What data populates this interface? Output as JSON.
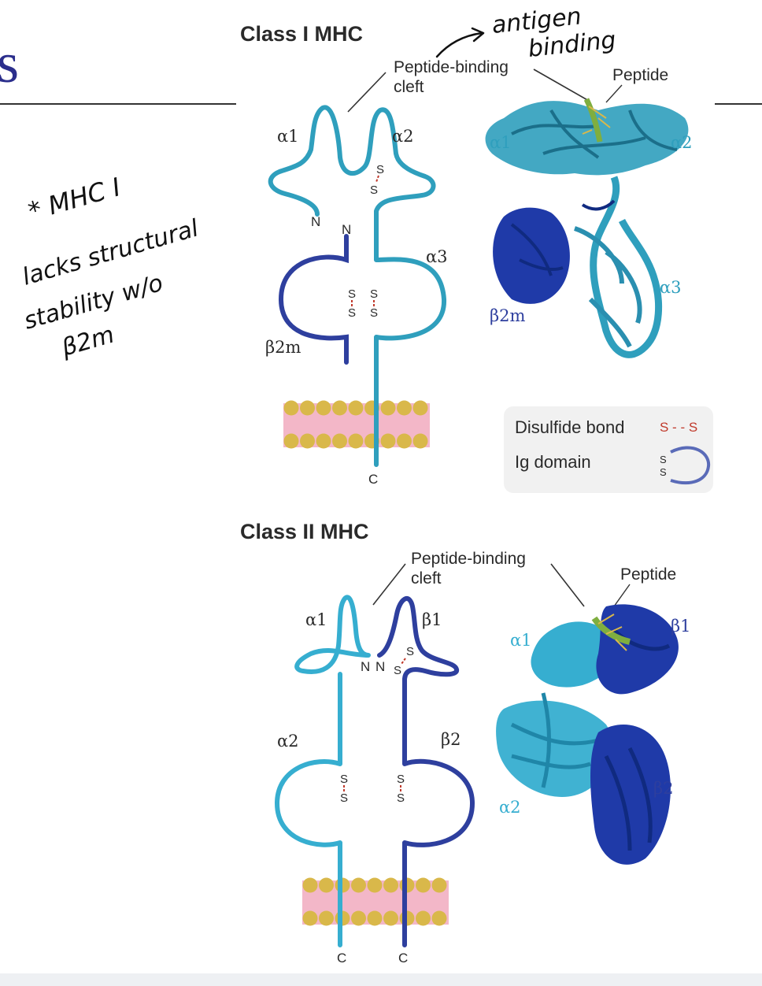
{
  "slide": {
    "title_fragment": "s"
  },
  "colors": {
    "class1_alpha": "#2f9fbd",
    "class2_alpha": "#36aed0",
    "beta_chain": "#2e3f9e",
    "ribbon_dark_blue": "#1f3aa8",
    "membrane_head": "#d9b84a",
    "membrane_tail": "#f3b7c8",
    "disulfide": "#c0392b",
    "peptide": "#7fae3f",
    "legend_bg": "#f1f1f1",
    "ink": "#111111"
  },
  "class1": {
    "title": "Class I MHC",
    "cleft_label": [
      "Peptide-binding",
      "cleft"
    ],
    "peptide_label": "Peptide",
    "domain_labels": {
      "a1": "α1",
      "a2": "α2",
      "a3": "α3",
      "b2m": "β2m"
    },
    "ribbon_labels": {
      "a1": "α1",
      "a2": "α2",
      "a3": "α3",
      "b2m": "β2m"
    },
    "n_terminus": "N",
    "c_terminus": "C",
    "sulfur": "S"
  },
  "legend": {
    "disulfide_label": "Disulfide bond",
    "disulfide_symbol": "S - - S",
    "ig_label": "Ig domain",
    "sulfur": "S"
  },
  "class2": {
    "title": "Class II MHC",
    "cleft_label": [
      "Peptide-binding",
      "cleft"
    ],
    "peptide_label": "Peptide",
    "domain_labels": {
      "a1": "α1",
      "b1": "β1",
      "a2": "α2",
      "b2": "β2"
    },
    "ribbon_labels": {
      "a1": "α1",
      "b1": "β1",
      "a2": "α2",
      "b2": "β2"
    },
    "n_terminus": "N",
    "c_terminus": "C",
    "sulfur": "S"
  },
  "handwriting": {
    "arrow_note": [
      "antigen",
      "binding"
    ],
    "side_note": [
      "* MHC I",
      "lacks structural",
      "stability w/o",
      "β2m"
    ]
  }
}
